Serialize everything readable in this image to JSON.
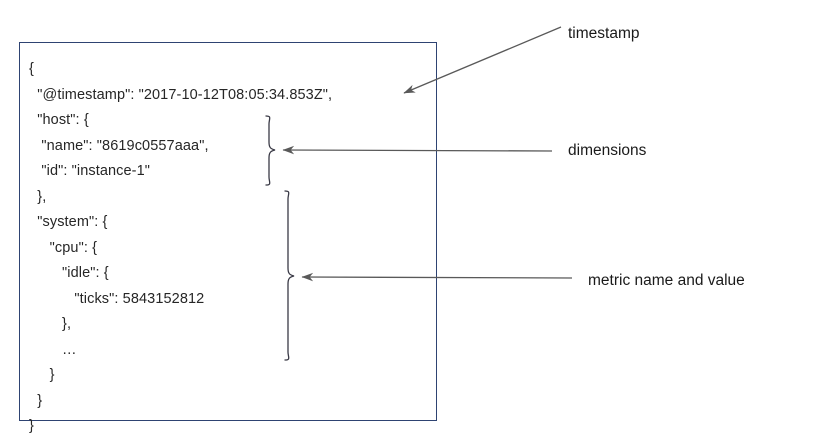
{
  "diagram": {
    "title": "annotated-json-metric-document",
    "box": {
      "border_color": "#2e4372",
      "background": "#ffffff"
    },
    "json_document": {
      "lines": [
        "{",
        "  \"@timestamp\": \"2017-10-12T08:05:34.853Z\",",
        "  \"host\": {",
        "   \"name\": \"8619c0557aaa\",",
        "   \"id\": \"instance-1\"",
        "  },",
        "  \"system\": {",
        "     \"cpu\": {",
        "        \"idle\": {",
        "           \"ticks\": 5843152812",
        "        },",
        "        …",
        "     }",
        "  }",
        "}"
      ],
      "fields": {
        "timestamp_key": "@timestamp",
        "timestamp_value": "2017-10-12T08:05:34.853Z",
        "host_name_key": "name",
        "host_name_value": "8619c0557aaa",
        "host_id_key": "id",
        "host_id_value": "instance-1",
        "metric_path": "system.cpu.idle.ticks",
        "metric_value": "5843152812",
        "ellipsis": "…"
      }
    },
    "annotations": [
      {
        "id": "timestamp",
        "label": "timestamp",
        "connector": "diagonal-arrow",
        "points_to": "@timestamp line"
      },
      {
        "id": "dimensions",
        "label": "dimensions",
        "connector": "horizontal-arrow-with-brace",
        "points_to": "host object"
      },
      {
        "id": "metric",
        "label": "metric name and value",
        "connector": "horizontal-arrow-with-brace",
        "points_to": "system object"
      }
    ],
    "colors": {
      "box_border": "#2e4372",
      "text": "#262626",
      "label_text": "#1a1a1a",
      "connector": "#595959",
      "brace": "#404040"
    }
  }
}
